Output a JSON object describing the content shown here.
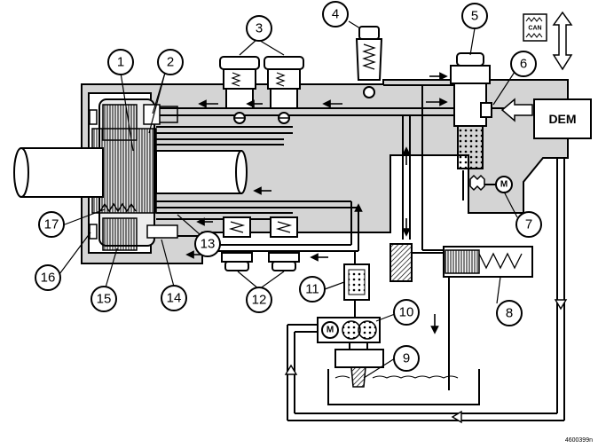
{
  "figure_id": "4600399n",
  "dem_label": "DEM",
  "motor_label": "M",
  "can_label": "CAN",
  "callouts": [
    "1",
    "2",
    "3",
    "4",
    "5",
    "6",
    "7",
    "8",
    "9",
    "10",
    "11",
    "12",
    "13",
    "14",
    "15",
    "16",
    "17"
  ]
}
